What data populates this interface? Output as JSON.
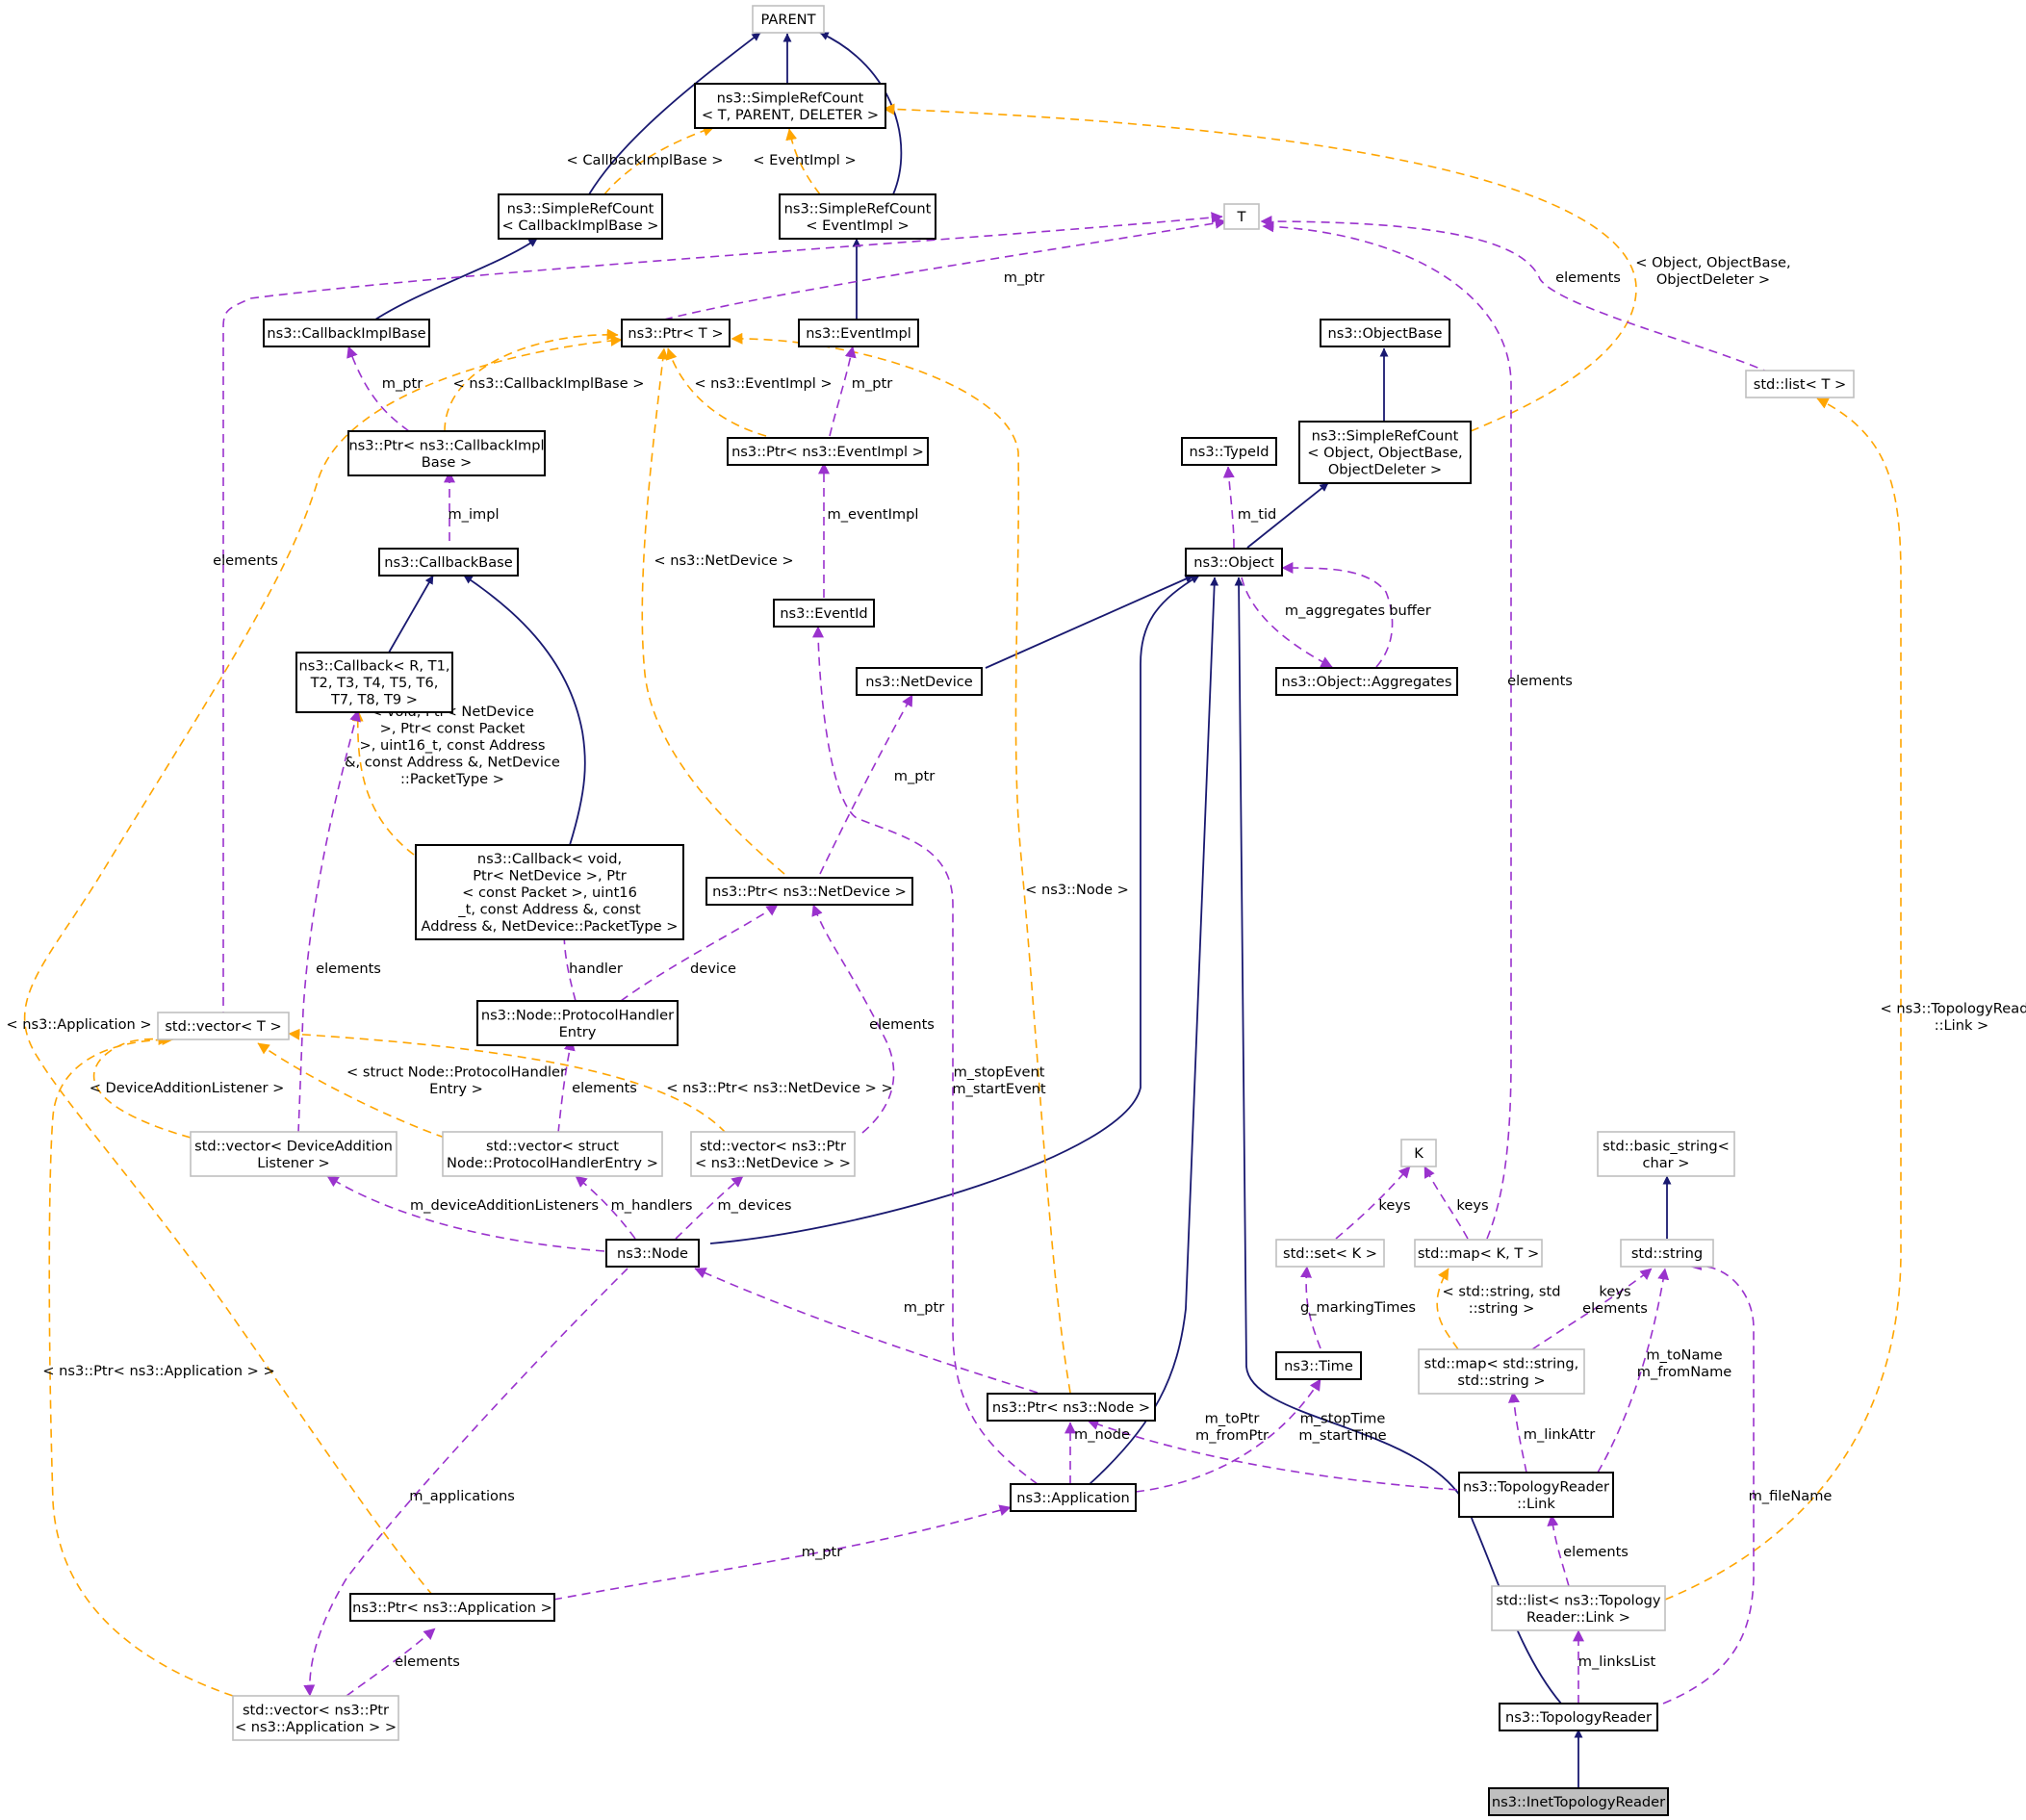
{
  "colors": {
    "inheritance": "#191970",
    "usage": "#9a32cd",
    "template": "#ffa500",
    "focus_fill": "#bfbfbf",
    "external_border": "#bfbfbf"
  },
  "nodes": {
    "parent": [
      "PARENT"
    ],
    "src_del": [
      "ns3::SimpleRefCount",
      "< T, PARENT, DELETER >"
    ],
    "src_cib": [
      "ns3::SimpleRefCount",
      "< CallbackImplBase >"
    ],
    "src_ev": [
      "ns3::SimpleRefCount",
      "< EventImpl >"
    ],
    "t": [
      "T"
    ],
    "cib": [
      "ns3::CallbackImplBase"
    ],
    "ptrt": [
      "ns3::Ptr< T >"
    ],
    "evimpl": [
      "ns3::EventImpl"
    ],
    "objbase": [
      "ns3::ObjectBase"
    ],
    "listt": [
      "std::list< T >"
    ],
    "ptrcib": [
      "ns3::Ptr< ns3::CallbackImpl",
      "Base >"
    ],
    "ptrev": [
      "ns3::Ptr< ns3::EventImpl >"
    ],
    "typeid": [
      "ns3::TypeId"
    ],
    "src_obj": [
      "ns3::SimpleRefCount",
      "< Object, ObjectBase,",
      "ObjectDeleter >"
    ],
    "cbbase": [
      "ns3::CallbackBase"
    ],
    "object": [
      "ns3::Object"
    ],
    "eventid": [
      "ns3::EventId"
    ],
    "cbgen": [
      "ns3::Callback< R, T1,",
      "T2, T3, T4, T5, T6,",
      "T7, T8, T9 >"
    ],
    "netdev": [
      "ns3::NetDevice"
    ],
    "aggr": [
      "ns3::Object::Aggregates"
    ],
    "cbvoid": [
      "ns3::Callback< void,",
      "Ptr< NetDevice >, Ptr",
      "< const Packet >, uint16",
      "_t, const Address &, const",
      "Address &, NetDevice::PacketType >"
    ],
    "ptrnd": [
      "ns3::Ptr< ns3::NetDevice >"
    ],
    "phe": [
      "ns3::Node::ProtocolHandler",
      "Entry"
    ],
    "vect": [
      "std::vector< T >"
    ],
    "vdal": [
      "std::vector< DeviceAddition",
      "Listener >"
    ],
    "vphe": [
      "std::vector< struct",
      "Node::ProtocolHandlerEntry >"
    ],
    "vpnd": [
      "std::vector< ns3::Ptr",
      "< ns3::NetDevice > >"
    ],
    "k": [
      "K"
    ],
    "bstr": [
      "std::basic_string<",
      "char >"
    ],
    "node": [
      "ns3::Node"
    ],
    "setk": [
      "std::set< K >"
    ],
    "mapkt": [
      "std::map< K, T >"
    ],
    "str": [
      "std::string"
    ],
    "ptrnode": [
      "ns3::Ptr< ns3::Node >"
    ],
    "time": [
      "ns3::Time"
    ],
    "mapss": [
      "std::map< std::string,",
      "std::string >"
    ],
    "app": [
      "ns3::Application"
    ],
    "trlink": [
      "ns3::TopologyReader",
      "::Link"
    ],
    "ptrapp": [
      "ns3::Ptr< ns3::Application >"
    ],
    "listlink": [
      "std::list< ns3::Topology",
      "Reader::Link >"
    ],
    "vpapp": [
      "std::vector< ns3::Ptr",
      "< ns3::Application > >"
    ],
    "topo": [
      "ns3::TopologyReader"
    ],
    "inet": [
      "ns3::InetTopologyReader"
    ]
  },
  "edge_labels": {
    "src_cib_tmpl": [
      "< CallbackImplBase >"
    ],
    "src_ev_tmpl": [
      "< EventImpl >"
    ],
    "ptrt_m_ptr": [
      "m_ptr"
    ],
    "src_obj_tmpl": [
      "< Object, ObjectBase,",
      "ObjectDeleter >"
    ],
    "listt_elements": [
      "elements"
    ],
    "ptrcib_m_ptr": [
      "m_ptr"
    ],
    "ptrcib_tmpl": [
      "< ns3::CallbackImplBase >"
    ],
    "ptrev_tmpl": [
      "< ns3::EventImpl >"
    ],
    "ptrev_m_ptr": [
      "m_ptr"
    ],
    "cbbase_m_impl": [
      "m_impl"
    ],
    "eventid_m_eventimpl": [
      "m_eventImpl"
    ],
    "object_m_tid": [
      "m_tid"
    ],
    "vect_elements": [
      "elements"
    ],
    "ptrnd_tmpl": [
      "< ns3::NetDevice >"
    ],
    "aggr_m_aggregates": [
      "m_aggregates"
    ],
    "aggr_buffer": [
      "buffer"
    ],
    "mapkt_elements": [
      "elements"
    ],
    "cbvoid_tmpl": [
      "< void, Ptr< NetDevice",
      ">, Ptr< const Packet",
      ">, uint16_t, const Address",
      "&, const Address &, NetDevice",
      "::PacketType >"
    ],
    "ptrnd_m_ptr": [
      "m_ptr"
    ],
    "ptrnode_tmpl": [
      "< ns3::Node >"
    ],
    "phe_handler": [
      "handler"
    ],
    "phe_device": [
      "device"
    ],
    "vdal_elements": [
      "elements"
    ],
    "vpnd_elements": [
      "elements"
    ],
    "ptrapp_tmpl": [
      "< ns3::Application >"
    ],
    "listlink_tmpl": [
      "< ns3::TopologyReader",
      "::Link >"
    ],
    "app_m_event": [
      "m_stopEvent",
      "m_startEvent"
    ],
    "vdal_tmpl": [
      "< DeviceAdditionListener >"
    ],
    "vphe_tmpl": [
      "< struct Node::ProtocolHandler",
      "Entry >"
    ],
    "vphe_elements": [
      "elements"
    ],
    "vpnd_tmpl": [
      "< ns3::Ptr< ns3::NetDevice > >"
    ],
    "node_m_dal": [
      "m_deviceAdditionListeners"
    ],
    "node_m_handlers": [
      "m_handlers"
    ],
    "node_m_devices": [
      "m_devices"
    ],
    "setk_keys": [
      "keys"
    ],
    "mapkt_keys": [
      "keys"
    ],
    "ptrnode_m_ptr": [
      "m_ptr"
    ],
    "time_g_marking": [
      "g_markingTimes"
    ],
    "mapss_tmpl": [
      "< std::string, std",
      "::string >"
    ],
    "mapss_keys": [
      "keys",
      "elements"
    ],
    "vpapp_tmpl": [
      "< ns3::Ptr< ns3::Application > >"
    ],
    "trlink_names": [
      "m_toName",
      "m_fromName"
    ],
    "trlink_ptrs": [
      "m_toPtr",
      "m_fromPtr"
    ],
    "app_times": [
      "m_stopTime",
      "m_startTime"
    ],
    "app_m_node": [
      "m_node"
    ],
    "trlink_m_linkattr": [
      "m_linkAttr"
    ],
    "node_m_applications": [
      "m_applications"
    ],
    "topo_m_filename": [
      "m_fileName"
    ],
    "ptrapp_m_ptr": [
      "m_ptr"
    ],
    "listlink_elements": [
      "elements"
    ],
    "vpapp_elements": [
      "elements"
    ],
    "topo_m_linkslist": [
      "m_linksList"
    ]
  }
}
